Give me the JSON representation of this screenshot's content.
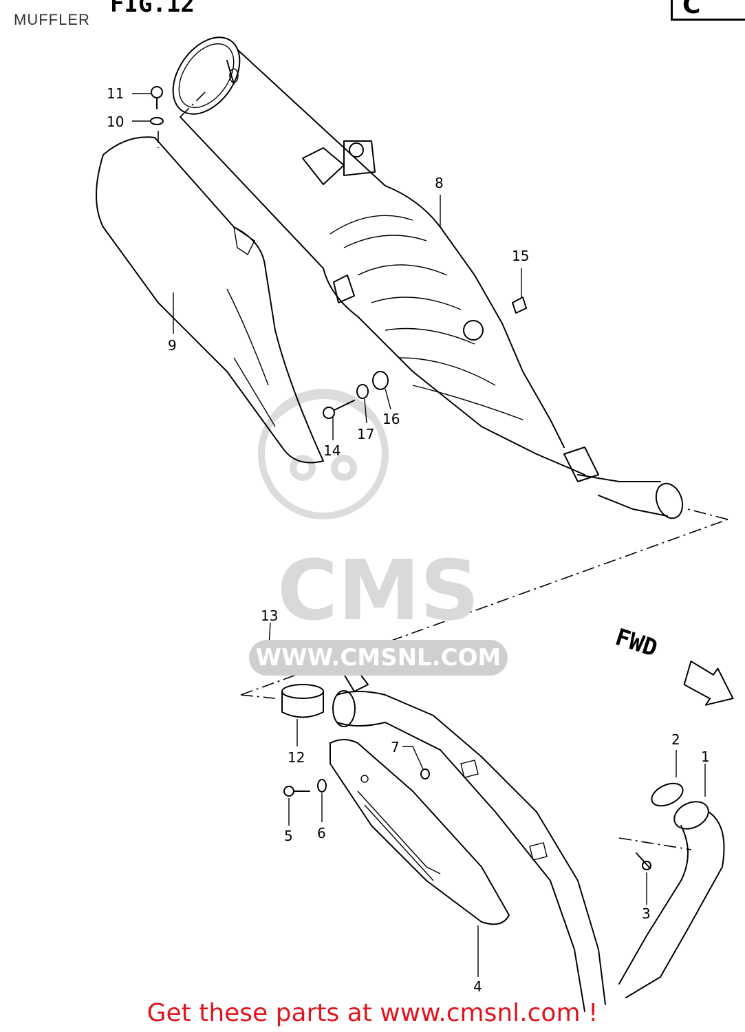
{
  "header": {
    "section_label": "MUFFLER",
    "figure_title": "FIG.12",
    "corner_tag": "C"
  },
  "callouts": {
    "p1": "1",
    "p2": "2",
    "p3": "3",
    "p4": "4",
    "p5": "5",
    "p6": "6",
    "p7": "7",
    "p8": "8",
    "p9": "9",
    "p10": "10",
    "p11": "11",
    "p12": "12",
    "p13": "13",
    "p14": "14",
    "p15": "15",
    "p16": "16",
    "p17": "17"
  },
  "direction_label": "FWD",
  "watermark": {
    "brand": "CMS",
    "url": "WWW.CMSNL.COM"
  },
  "footer": {
    "text": "Get these parts at www.cmsnl.com !",
    "color": "#e0141e"
  }
}
